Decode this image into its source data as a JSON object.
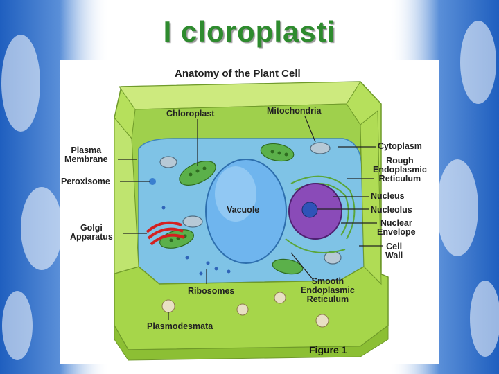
{
  "slide": {
    "title": "I cloroplasti"
  },
  "figure": {
    "title": "Anatomy of the Plant Cell",
    "caption": "Figure 1",
    "labels": {
      "chloroplast": "Chloroplast",
      "mitochondria": "Mitochondria",
      "plasma_membrane": "Plasma\nMembrane",
      "cytoplasm": "Cytoplasm",
      "rough_er": "Rough\nEndoplasmic\nReticulum",
      "peroxisome": "Peroxisome",
      "vacuole": "Vacuole",
      "nucleus": "Nucleus",
      "nucleolus": "Nucleolus",
      "golgi": "Golgi\nApparatus",
      "nuclear_envelope": "Nuclear\nEnvelope",
      "cell_wall": "Cell\nWall",
      "ribosomes": "Ribosomes",
      "smooth_er": "Smooth\nEndoplasmic\nReticulum",
      "plasmodesmata": "Plasmodesmata"
    }
  },
  "colors": {
    "title_green": "#2e8b2e",
    "frost_blue": "#1f5fbf",
    "cell_wall": "#a6d64a",
    "cytoplasm": "#7fc3e6",
    "vacuole": "#6fb5ee",
    "nucleus": "#8a4bb8"
  }
}
